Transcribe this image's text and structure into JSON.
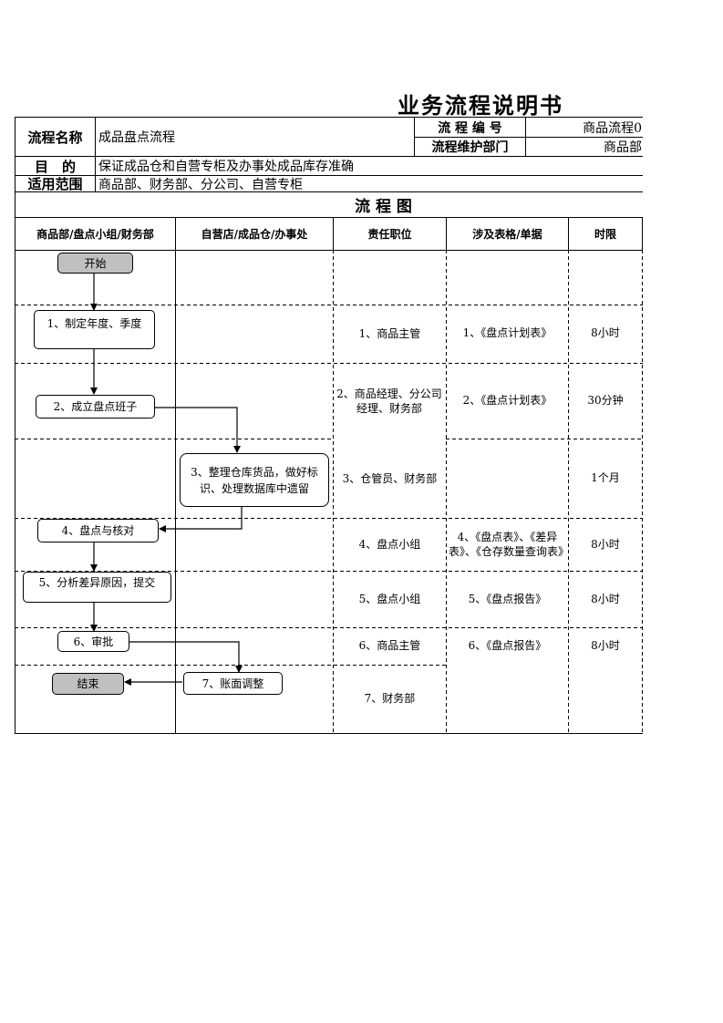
{
  "doc_title": "业务流程说明书",
  "header": {
    "name_label": "流程名称",
    "name_value": "成品盘点流程",
    "code_label": "流 程 编 号",
    "code_value": "商品流程0",
    "dept_label": "流程维护部门",
    "dept_value": "商品部",
    "purpose_label": "目　的",
    "purpose_value": "保证成品仓和自营专柜及办事处成品库存准确",
    "scope_label": "适用范围",
    "scope_value": "商品部、财务部、分公司、自营专柜"
  },
  "chart_title": "流 程 图",
  "columns": [
    "商品部/盘点小组/财务部",
    "自营店/成品仓/办事处",
    "责任职位",
    "涉及表格/单据",
    "时限"
  ],
  "nodes": {
    "start": "开始",
    "n1": "1、制定年度、季度",
    "n2": "2、成立盘点班子",
    "n3": "3、整理仓库货品，做好标识、处理数据库中遗留",
    "n4": "4、盘点与核对",
    "n5": "5、分析差异原因，提交",
    "n6": "6、审批",
    "n7": "7、账面调整",
    "end": "结束"
  },
  "responsibility": [
    "1、商品主管",
    "2、商品经理、分公司经理、财务部",
    "3、仓管员、财务部",
    "4、盘点小组",
    "5、盘点小组",
    "6、商品主管",
    "7、财务部"
  ],
  "forms": [
    "1、《盘点计划表》",
    "2、《盘点计划表》",
    "4、《盘点表》、《差异表》、《仓存数量查询表》",
    "5、《盘点报告》",
    "6、《盘点报告》"
  ],
  "timelimits": [
    "8小时",
    "30分钟",
    "1个月",
    "8小时",
    "8小时",
    "8小时"
  ]
}
